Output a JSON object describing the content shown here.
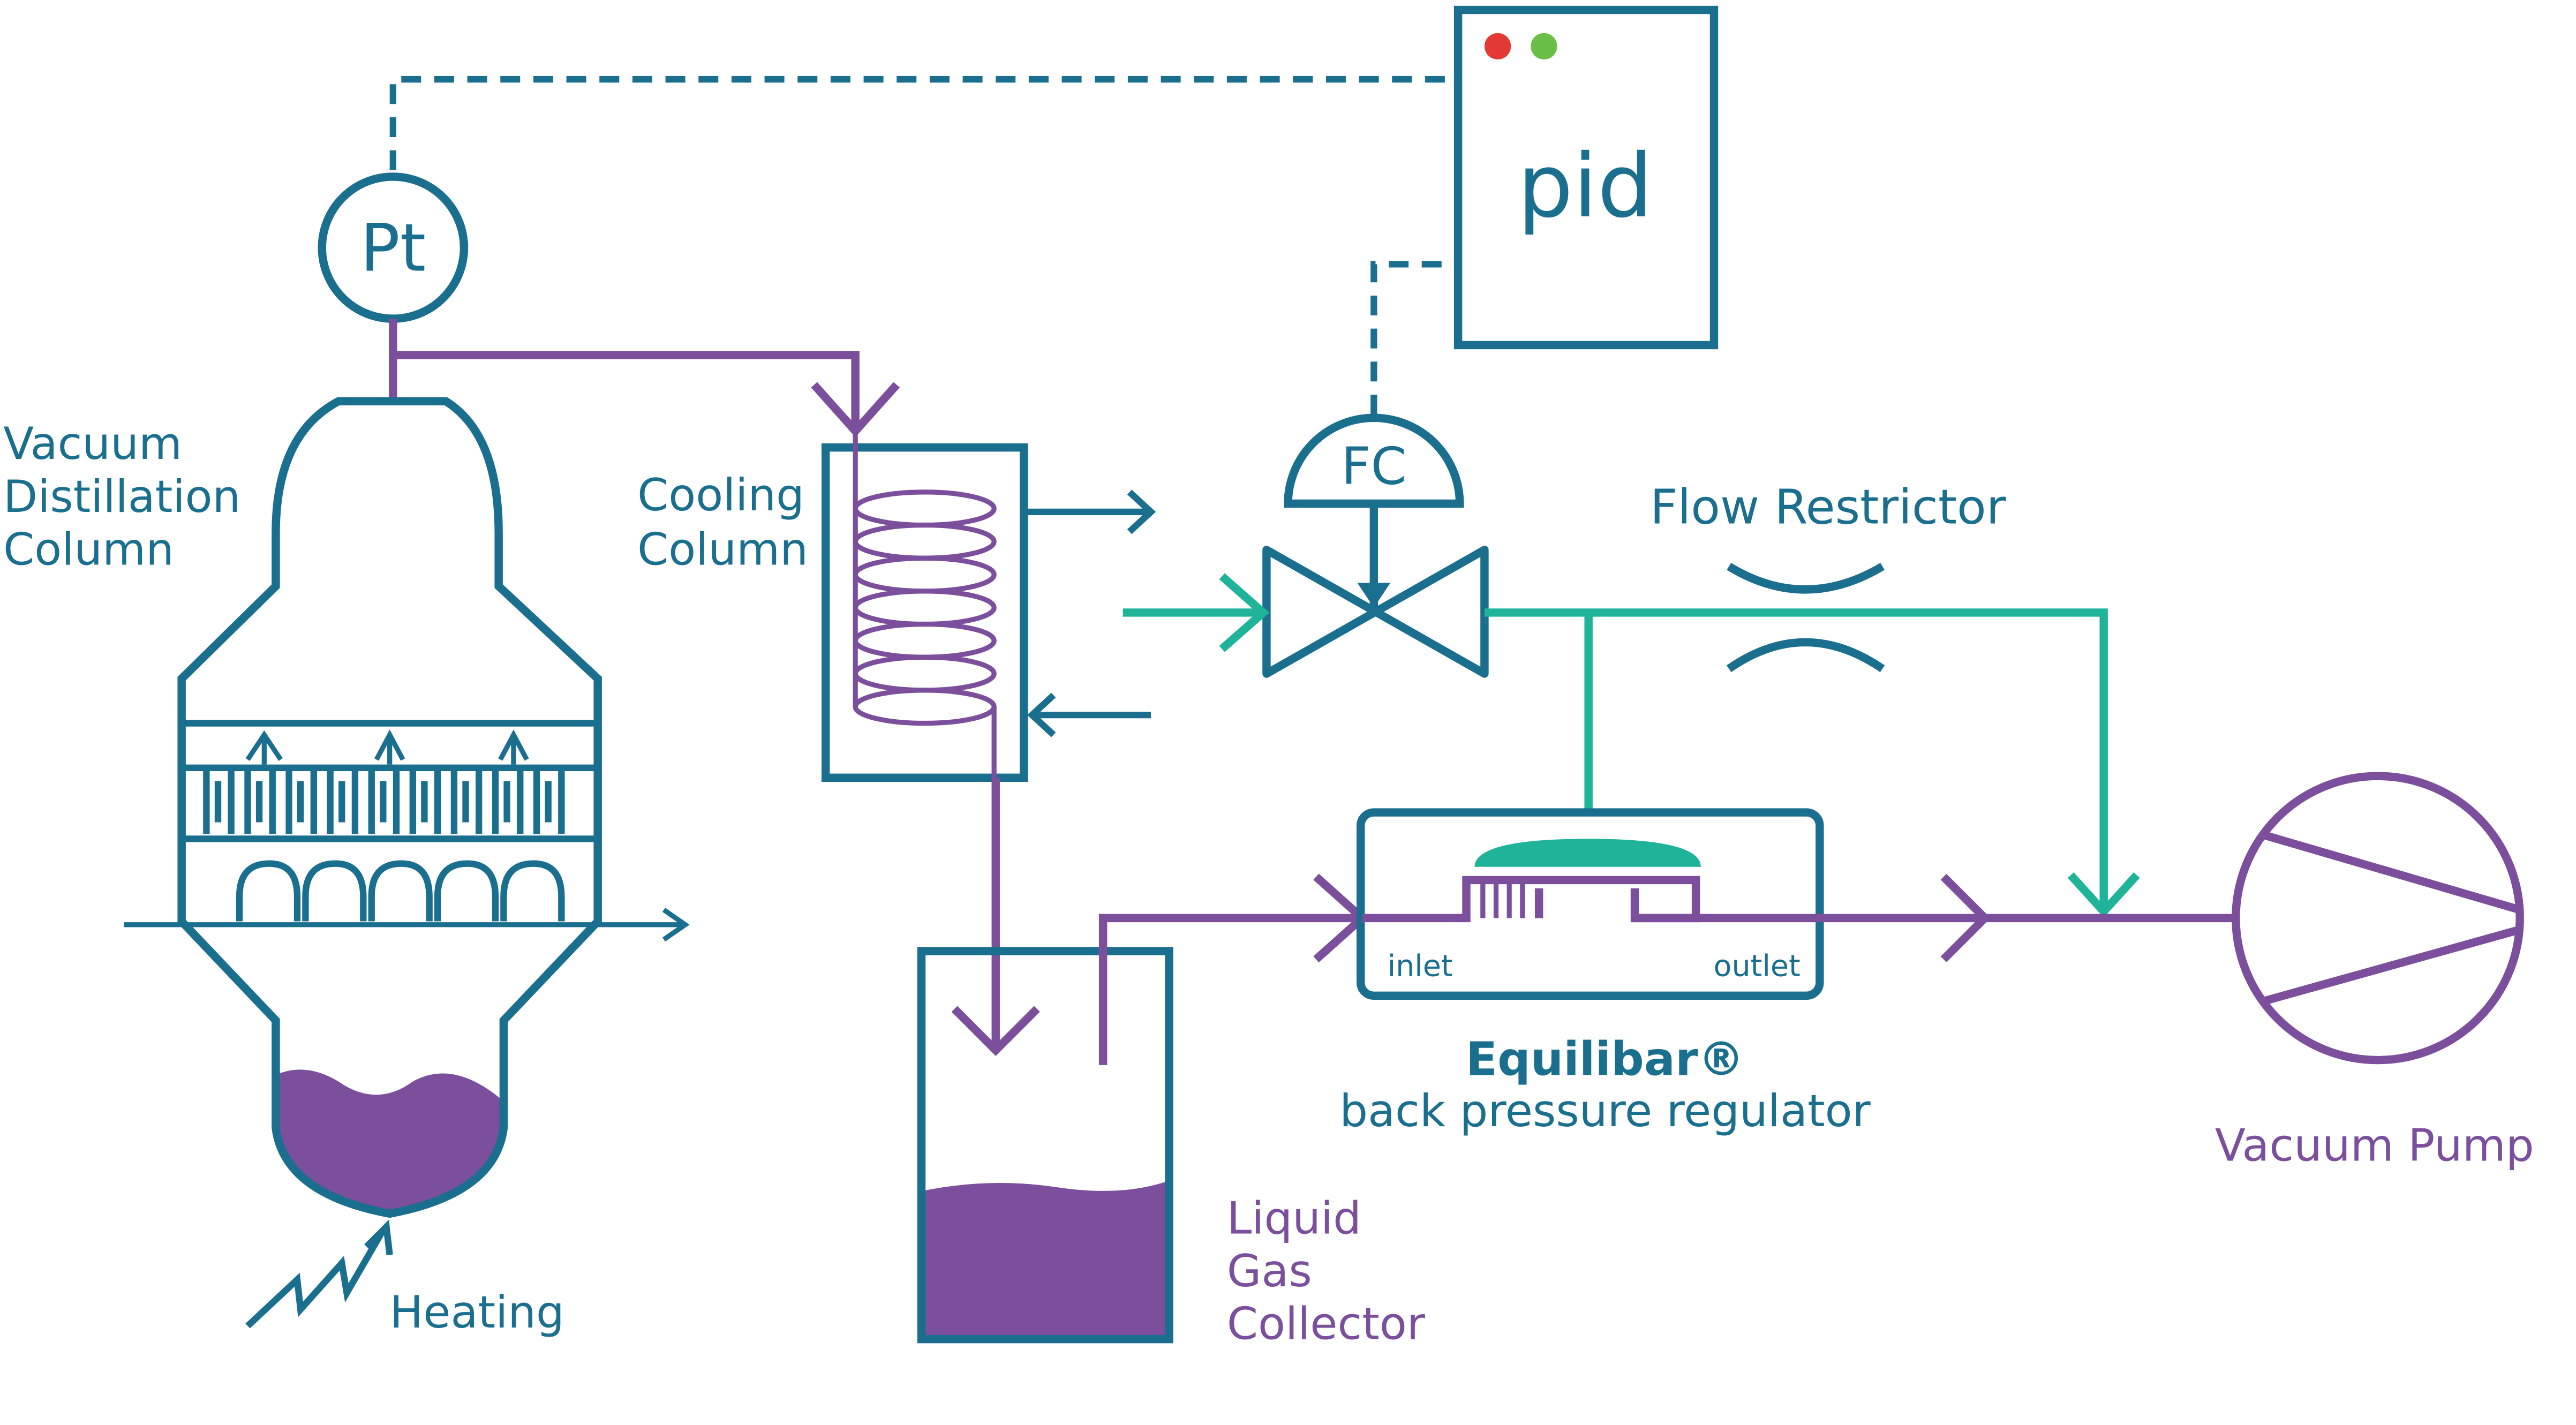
{
  "labels": {
    "vacuum_column": [
      "Vacuum",
      "Distillation",
      "Column"
    ],
    "cooling_column": [
      "Cooling",
      "Column"
    ],
    "heating": "Heating",
    "pt": "Pt",
    "pid": "pid",
    "fc": "FC",
    "flow_restrictor": "Flow Restrictor",
    "inlet": "inlet",
    "outlet": "outlet",
    "equilibar": "Equilibar®",
    "bpr": "back pressure regulator",
    "collector": [
      "Liquid",
      "Gas",
      "Collector"
    ],
    "vacuum_pump": "Vacuum Pump"
  },
  "colors": {
    "teal": "#1a6e8e",
    "purple": "#7b4f9c",
    "green": "#1fb39a",
    "red_led": "#e53935",
    "green_led": "#6abf45"
  }
}
